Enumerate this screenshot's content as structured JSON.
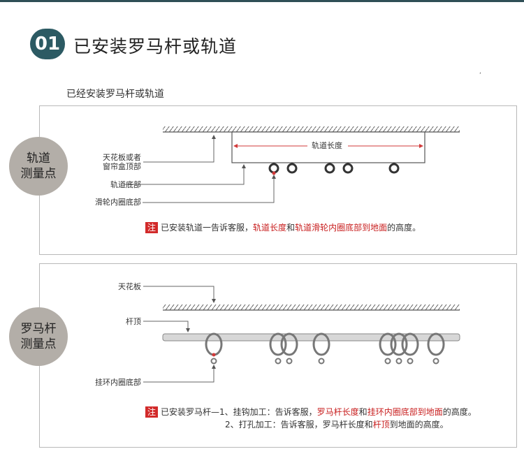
{
  "badge": "01",
  "heading": "已安装罗马杆或轨道",
  "subtitle": "已经安装罗马杆或轨道",
  "corner_mark": "‘",
  "panel1": {
    "circle": [
      "轨道",
      "测量点"
    ],
    "labels": {
      "ceiling": [
        "天花板或者",
        "窗帘盒顶部"
      ],
      "track_bottom": "轨道底部",
      "pulley": "滑轮内圈底部",
      "track_length": "轨道长度"
    },
    "note": {
      "tag": "注",
      "text1": "已安装轨道一告诉客服，",
      "red1": "轨道长度",
      "text2": "和",
      "red2": "轨道滑轮内圈底部到地面",
      "text3": "的高度。"
    }
  },
  "panel2": {
    "circle": [
      "罗马杆",
      "测量点"
    ],
    "labels": {
      "ceiling": "天花板",
      "rod_top": "杆顶",
      "ring_bottom": "挂环内圈底部"
    },
    "note": {
      "tag": "注",
      "line1_a": "已安装罗马杆—1、挂钩加工：告诉客服，",
      "line1_red1": "罗马杆长度",
      "line1_b": "和",
      "line1_red2": "挂环内圈底部到地面",
      "line1_c": "的高度。",
      "line2_a": "2、打孔加工：告诉客服，罗马杆长度和",
      "line2_red": "杆顶",
      "line2_b": "到地面的高度。"
    }
  },
  "colors": {
    "accent": "#2c5a63",
    "red": "#c81e1e",
    "circle": "#b3aea8"
  }
}
